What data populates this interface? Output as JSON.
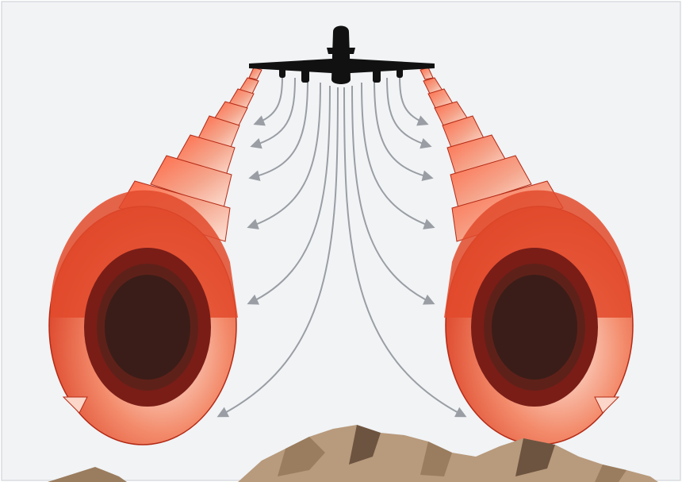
{
  "diagram": {
    "subject": "wake-turbulence-illustration",
    "colors": {
      "background": "#f1f3f5",
      "border": "#d9dcdf",
      "aircraft": "#111111",
      "vortex_outer_light": "#fbd6c9",
      "vortex_outer_mid": "#f07a5a",
      "vortex_outer_dark": "#d8361c",
      "vortex_inner_ring": "#7a1d17",
      "vortex_core": "#3a1d18",
      "vortex_core_ring": "#5e2119",
      "downwash_arrows": "#9a9ea4",
      "terrain_light": "#b89a7c",
      "terrain_mid": "#9a7c5e",
      "terrain_dark": "#6d5440"
    },
    "elements": {
      "aircraft": "airplane-silhouette-icon",
      "left_vortex": "left-wingtip-vortex",
      "right_vortex": "right-wingtip-vortex",
      "downwash": "downwash-flow-arrows",
      "ground": "mountain-terrain"
    }
  }
}
